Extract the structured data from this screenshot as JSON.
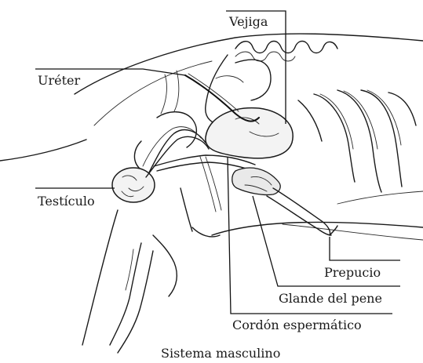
{
  "diagram": {
    "labels": {
      "vejiga": "Vejiga",
      "ureter": "Uréter",
      "testiculo": "Testículo",
      "prepucio": "Prepucio",
      "glande": "Glande del pene",
      "cordon": "Cordón espermático"
    },
    "caption": "Sistema masculino"
  }
}
